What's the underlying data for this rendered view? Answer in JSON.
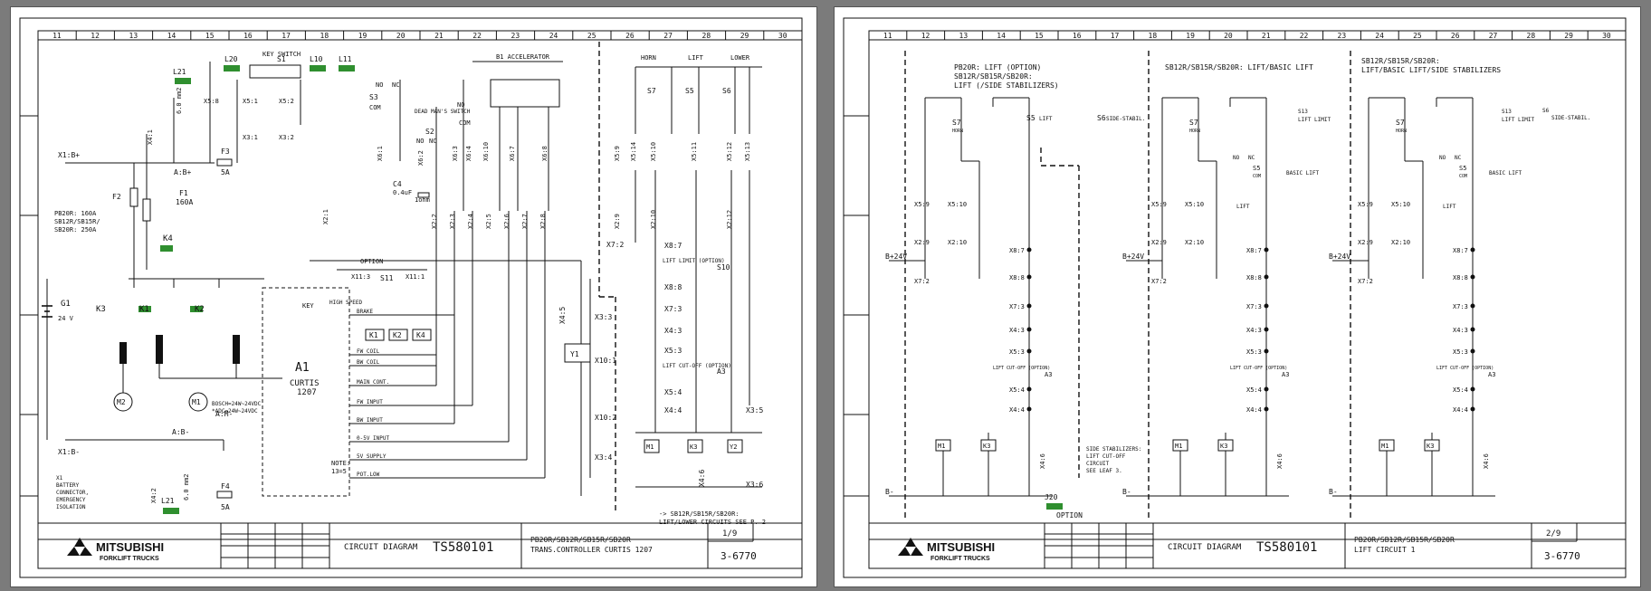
{
  "colors": {
    "page_bg": "#7b7b7b",
    "sheet_bg": "#ffffff",
    "ink": "#111111",
    "tag_green": "#2f8f2f"
  },
  "sheet1": {
    "columns": [
      "11",
      "12",
      "13",
      "14",
      "15",
      "16",
      "17",
      "18",
      "19",
      "20",
      "21",
      "22",
      "23",
      "24",
      "25",
      "26",
      "27",
      "28",
      "29",
      "30"
    ],
    "title_block": {
      "brand": "MITSUBISHI",
      "brand_sub": "FORKLIFT TRUCKS",
      "doc_type": "CIRCUIT DIAGRAM",
      "doc_no": "TS580101",
      "desc_line1": "PB20R/SB12R/SB15R/SB20R",
      "desc_line2": "TRANS.CONTROLLER CURTIS 1207",
      "page": "1/9",
      "ref": "3-6770"
    },
    "labels": {
      "l21": "L21",
      "l20": "L20",
      "l10": "L10",
      "l11": "L11",
      "key_switch": "KEY SWITCH",
      "s1": "S1",
      "b1": "B1 ACCELERATOR",
      "horn": "HORN",
      "lift": "LIFT",
      "lower": "LOWER",
      "s7": "S7",
      "s5": "S5",
      "s6": "S6",
      "no": "NO",
      "nc": "NC",
      "com": "COM",
      "s3": "S3",
      "s2": "S2",
      "dead_man": "DEAD MAN'S SWITCH",
      "c4": "C4",
      "c4_val": "0.4uF",
      "r_val": "1ohm",
      "x1_bplus": "X1:B+",
      "x1_bminus": "X1:B-",
      "a_bplus": "A:B+",
      "a_bminus": "A:B-",
      "a_mminus": "A:M-",
      "f1": "F1",
      "f1_val": "160A",
      "f2": "F2",
      "f3": "F3",
      "f3_val": "5A",
      "f4": "F4",
      "f4_val": "5A",
      "wire_area": "6.0 mm2",
      "fuse_note_1": "PB20R: 160A",
      "fuse_note_2": "SB12R/SB15R/",
      "fuse_note_3": "SB20R: 250A",
      "k4": "K4",
      "k3": "K3",
      "k1": "K1",
      "k2": "K2",
      "g1": "G1",
      "g1_val": "24 V",
      "m1": "M1",
      "m2": "M2",
      "m1_note1": "BOSCH=24W~24VDC",
      "m1_note2": "*ADC=24W~24VDC",
      "a1": "A1",
      "a1_name": "CURTIS",
      "a1_model": "1207",
      "key": "KEY",
      "high_speed": "HIGH SPEED",
      "option": "OPTION",
      "s11": "S11",
      "brake": "BRAKE",
      "fw_coil": "FW COIL",
      "bw_coil": "BW COIL",
      "main_cont": "MAIN CONT.",
      "fw_input": "FW INPUT",
      "bw_input": "BW INPUT",
      "in_0_5v": "0-5V INPUT",
      "supply_5v": "5V SUPPLY",
      "pot_low": "POT.LOW",
      "note": "NOTE:",
      "note_val": "13=5",
      "x1_note1": "X1",
      "x1_note2": "BATTERY",
      "x1_note3": "CONNECTOR,",
      "x1_note4": "EMERGENCY",
      "x1_note5": "ISOLATION",
      "k1_relay": "K1",
      "k2_relay": "K2",
      "k4_relay": "K4",
      "lift_limit": "LIFT LIMIT (OPTION)",
      "s10": "S10",
      "lift_cutoff": "LIFT CUT-OFF (OPTION)",
      "a3": "A3",
      "y1": "Y1",
      "m1b": "M1",
      "k3b": "K3",
      "y2": "Y2",
      "footer_note1": "-> SB12R/SB15R/SB20R:",
      "footer_note2": "LIFT/LOWER CIRCUITS SEE P. 2"
    },
    "connectors": {
      "x4_1": "X4:1",
      "x5_8": "X5:8",
      "x5_1": "X5:1",
      "x5_2": "X5:2",
      "x3_1": "X3:1",
      "x3_2": "X3:2",
      "x6_1": "X6:1",
      "x6_2": "X6:2",
      "x6_3": "X6:3",
      "x6_4": "X6:4",
      "x6_10": "X6:10",
      "x6_7": "X6:7",
      "x6_8": "X6:8",
      "x5_9": "X5:9",
      "x5_14": "X5:14",
      "x5_10": "X5:10",
      "x5_11": "X5:11",
      "x5_12": "X5:12",
      "x5_13": "X5:13",
      "x2_1": "X2:1",
      "x2_2": "X2:2",
      "x2_3": "X2:3",
      "x2_4": "X2:4",
      "x2_5": "X2:5",
      "x2_6": "X2:6",
      "x2_7": "X2:7",
      "x2_8": "X2:8",
      "x2_9": "X2:9",
      "x2_10": "X2:10",
      "x2_12": "X2:12",
      "x7_2": "X7:2",
      "x8_7": "X8:7",
      "x8_8": "X8:8",
      "x7_3": "X7:3",
      "x4_3": "X4:3",
      "x5_3": "X5:3",
      "x5_4": "X5:4",
      "x4_4": "X4:4",
      "x4_5": "X4:5",
      "x3_3": "X3:3",
      "x10_1": "X10:1",
      "x10_2": "X10:2",
      "x3_4": "X3:4",
      "x3_5": "X3:5",
      "x3_6": "X3:6",
      "x4_6": "X4:6",
      "x4_2": "X4:2",
      "x11_3": "X11:3",
      "x11_1": "X11:1"
    }
  },
  "sheet2": {
    "columns": [
      "11",
      "12",
      "13",
      "14",
      "15",
      "16",
      "17",
      "18",
      "19",
      "20",
      "21",
      "22",
      "23",
      "24",
      "25",
      "26",
      "27",
      "28",
      "29",
      "30"
    ],
    "title_block": {
      "brand": "MITSUBISHI",
      "brand_sub": "FORKLIFT TRUCKS",
      "doc_type": "CIRCUIT DIAGRAM",
      "doc_no": "TS580101",
      "desc_line1": "PB20R/SB12R/SB15R/SB20R",
      "desc_line2": "LIFT CIRCUIT 1",
      "page": "2/9",
      "ref": "3-6770"
    },
    "sections": {
      "left_title1": "PB20R: LIFT  (OPTION)",
      "left_title2": "SB12R/SB15R/SB20R:",
      "left_title3": "LIFT  (/SIDE STABILIZERS)",
      "mid_title": "SB12R/SB15R/SB20R: LIFT/BASIC LIFT",
      "right_title1": "SB12R/SB15R/SB20R:",
      "right_title2": "LIFT/BASIC LIFT/SIDE STABILIZERS"
    },
    "labels": {
      "s7": "S7",
      "horn": "HORN",
      "s5": "S5",
      "s6": "S6",
      "s13": "S13",
      "lift": "LIFT",
      "side_stabil": "SIDE-STABIL.",
      "lift_limit": "LIFT LIMIT",
      "basic_lift": "BASIC LIFT",
      "com": "COM",
      "nc": "NC",
      "no": "NO",
      "b_plus": "B+24V",
      "b_minus": "B-",
      "lift_cutoff": "LIFT CUT-OFF (OPTION)",
      "a3": "A3",
      "m1": "M1",
      "k3": "K3",
      "side_note1": "SIDE STABILIZERS:",
      "side_note2": "LIFT CUT-OFF",
      "side_note3": "CIRCUIT",
      "side_note4": "SEE LEAF 3.",
      "j20": "J20",
      "option": "OPTION"
    },
    "connectors": {
      "x5_9": "X5:9",
      "x5_10": "X5:10",
      "x2_9": "X2:9",
      "x2_10": "X2:10",
      "x7_2": "X7:2",
      "x8_7": "X8:7",
      "x8_8": "X8:8",
      "x7_3": "X7:3",
      "x4_3": "X4:3",
      "x5_3": "X5:3",
      "x5_4": "X5:4",
      "x4_4": "X4:4",
      "x4_6": "X4:6"
    }
  }
}
